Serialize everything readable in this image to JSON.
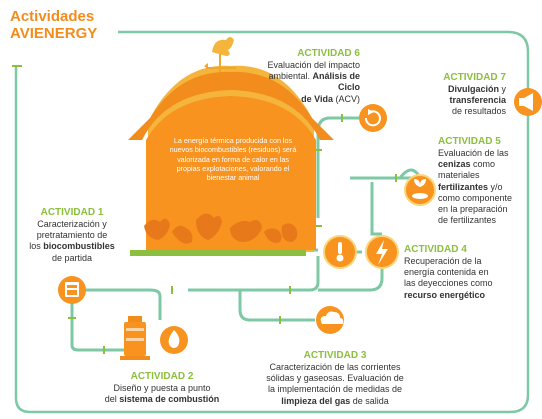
{
  "title": {
    "line1": "Actividades",
    "line2": "AVIENERGY"
  },
  "barn_text": "La energía térmica producida con los nuevos biocombustibles (residuos) será valorizada en forma de calor en las propias explotaciones, valorando el bienestar animal",
  "activities": {
    "a1": {
      "heading": "ACTIVIDAD 1",
      "line1": "Caracterización y",
      "line2": "pretratamiento de",
      "line3a": "los ",
      "line3b": "biocombustibles",
      "line4": "de partida"
    },
    "a2": {
      "heading": "ACTIVIDAD 2",
      "line1": "Diseño y puesta a punto",
      "line2a": "del ",
      "line2b": "sistema de combustión"
    },
    "a3": {
      "heading": "ACTIVIDAD 3",
      "line1": "Caracterización de las corrientes",
      "line2": "sólidas y gaseosas. Evaluación de",
      "line3": "la implementación de medidas de",
      "line4a": "limpieza del gas",
      "line4b": " de salida"
    },
    "a4": {
      "heading": "ACTIVIDAD 4",
      "line1": "Recuperación de la",
      "line2": "energía contenida en",
      "line3": "las deyecciones como",
      "line4": "recurso energético"
    },
    "a5": {
      "heading": "ACTIVIDAD 5",
      "line1": "Evaluación de las",
      "line2a": "cenizas",
      "line2b": " como",
      "line3": "materiales",
      "line4a": "fertilizantes",
      "line4b": " y/o",
      "line5": "como componente",
      "line6": "en la preparación",
      "line7": "de fertilizantes"
    },
    "a6": {
      "heading": "ACTIVIDAD 6",
      "line1": "Evaluación del impacto",
      "line2a": "ambiental. ",
      "line2b": "Análisis de Ciclo",
      "line3a": "de Vida",
      "line3b": " (ACV)"
    },
    "a7": {
      "heading": "ACTIVIDAD 7",
      "line1a": "Divulgación",
      "line1b": " y",
      "line2": "transferencia",
      "line3": "de resultados"
    }
  },
  "icons": [
    "container-icon",
    "burner-flame-icon",
    "cloud-gas-icon",
    "thermometer-icon",
    "lightning-icon",
    "plant-soil-icon",
    "cycle-arrow-icon",
    "megaphone-icon",
    "weathervane-rooster-icon"
  ],
  "colors": {
    "orange": "#f7931e",
    "dark_orange": "#e8791a",
    "green": "#8cbf3f",
    "teal": "#7ec8a6",
    "barn_border": "#f5b43c"
  }
}
